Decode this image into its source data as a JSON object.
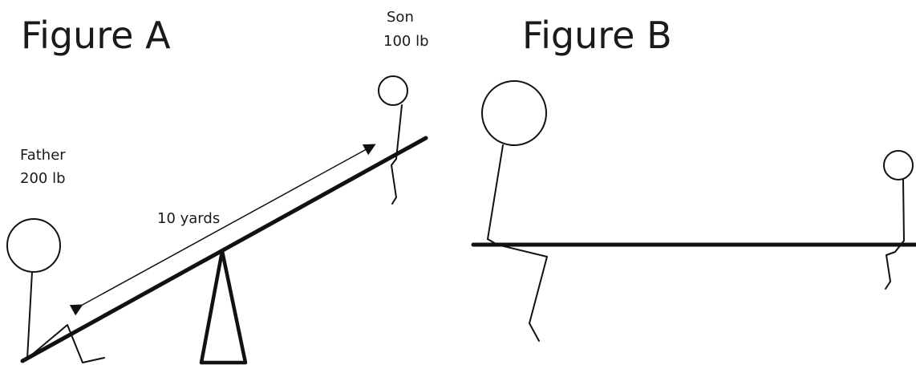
{
  "figure_a": {
    "title": "Figure A",
    "son": {
      "name": "Son",
      "weight": "100 lb"
    },
    "father": {
      "name": "Father",
      "weight": "200 lb"
    },
    "distance_label": "10 yards"
  },
  "figure_b": {
    "title": "Figure B"
  }
}
